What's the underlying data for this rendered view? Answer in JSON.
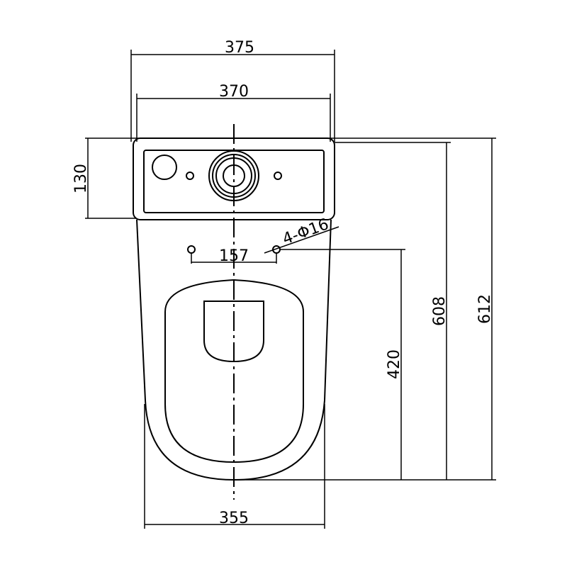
{
  "title": "Toilet top view dimension drawing",
  "units": "mm",
  "dimensions": {
    "overall_width": "375",
    "tank_width": "370",
    "tank_depth": "130",
    "hole_spacing": "157",
    "mounting_holes": "4-Φ16",
    "hole_to_front": "420",
    "depth_608": "608",
    "overall_depth": "612",
    "base_width": "355"
  },
  "colors": {
    "line": "#000000",
    "background": "#ffffff"
  }
}
